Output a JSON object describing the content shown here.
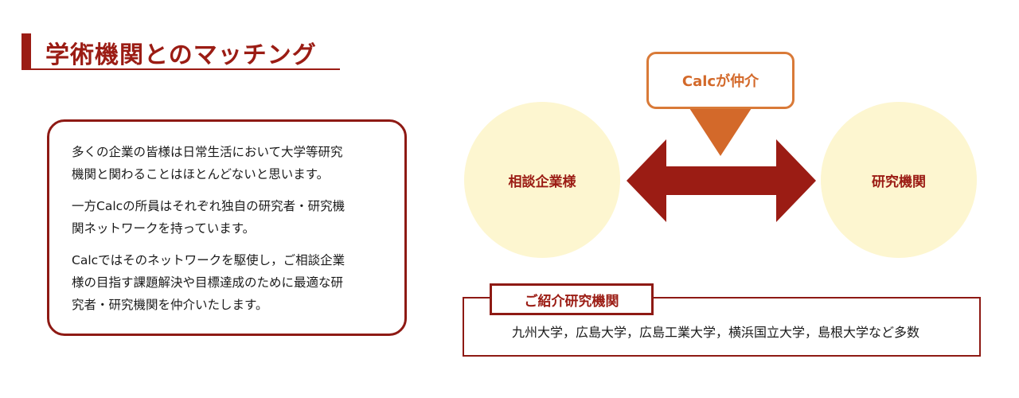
{
  "header": {
    "title": "学術機関とのマッチング"
  },
  "description": {
    "paragraphs": [
      [
        "多くの企業の皆様は日常生活において大学等研究",
        "機関と関わることはほとんどないと思います。"
      ],
      [
        "一方Calcの所員はそれぞれ独自の研究者・研究機",
        "関ネットワークを持っています。"
      ],
      [
        "Calcではそのネットワークを駆使し，ご相談企業",
        "様の目指す課題解決や目標達成のために最適な研",
        "究者・研究機関を仲介いたします。"
      ]
    ]
  },
  "diagram": {
    "left_circle": "相談企業様",
    "right_circle": "研究機関",
    "mediator": "Calcが仲介"
  },
  "institutions": {
    "label": "ご紹介研究機関",
    "list": "九州大学，広島大学，広島工業大学，横浜国立大学，島根大学など多数"
  },
  "colors": {
    "primary": "#9b1c14",
    "accent": "#d97a38",
    "circle_fill": "#fdf6d0"
  }
}
